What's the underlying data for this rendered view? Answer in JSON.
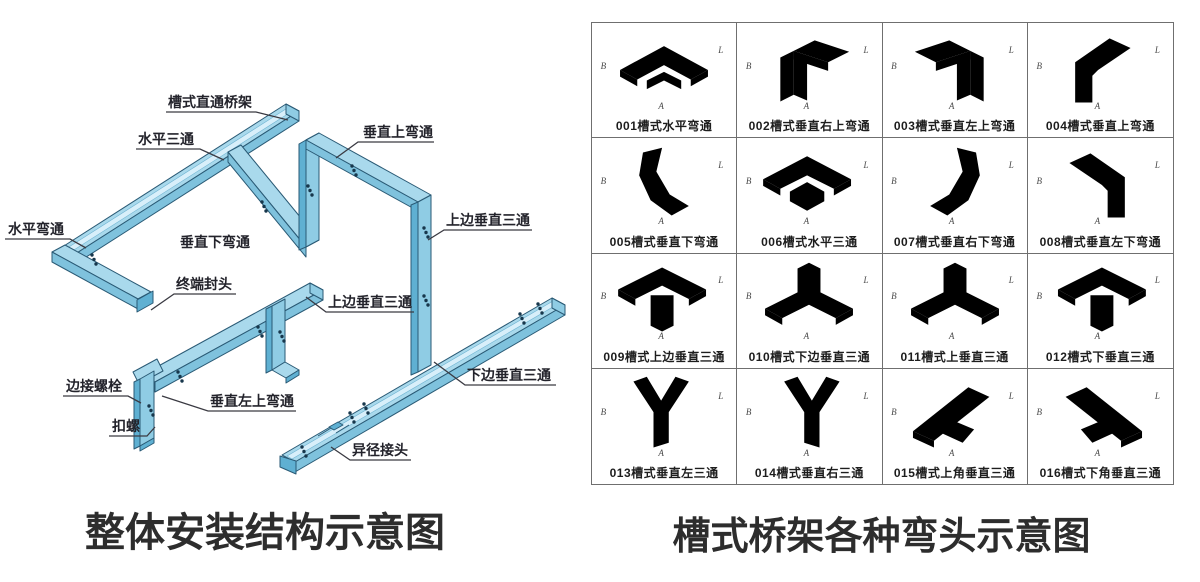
{
  "left_panel": {
    "caption": "整体安装结构示意图",
    "labels": [
      "槽式直通桥架",
      "水平三通",
      "垂直上弯通",
      "水平弯通",
      "垂直下弯通",
      "上边垂直三通",
      "终端封头",
      "上边垂直三通",
      "边接螺栓",
      "扣螺",
      "垂直左上弯通",
      "下边垂直三通",
      "异径接头"
    ]
  },
  "right_panel": {
    "caption": "槽式桥架各种弯头示意图",
    "dim_letters": [
      "L",
      "A",
      "B"
    ],
    "cells": [
      "001槽式水平弯通",
      "002槽式垂直右上弯通",
      "003槽式垂直左上弯通",
      "004槽式垂直上弯通",
      "005槽式垂直下弯通",
      "006槽式水平三通",
      "007槽式垂直右下弯通",
      "008槽式垂直左下弯通",
      "009槽式上边垂直三通",
      "010槽式下边垂直三通",
      "011槽式上垂直三通",
      "012槽式下垂直三通",
      "013槽式垂直左三通",
      "014槽式垂直右三通",
      "015槽式上角垂直三通",
      "016槽式下角垂直三通"
    ]
  },
  "colors": {
    "tray_fill": "#a9d9ec",
    "tray_front": "#7fc2dd",
    "tray_dark": "#5fb0d2",
    "outline": "#2a5a75",
    "line_art": "#555555",
    "text": "#23232b",
    "grid_border": "#6f6f6f"
  }
}
